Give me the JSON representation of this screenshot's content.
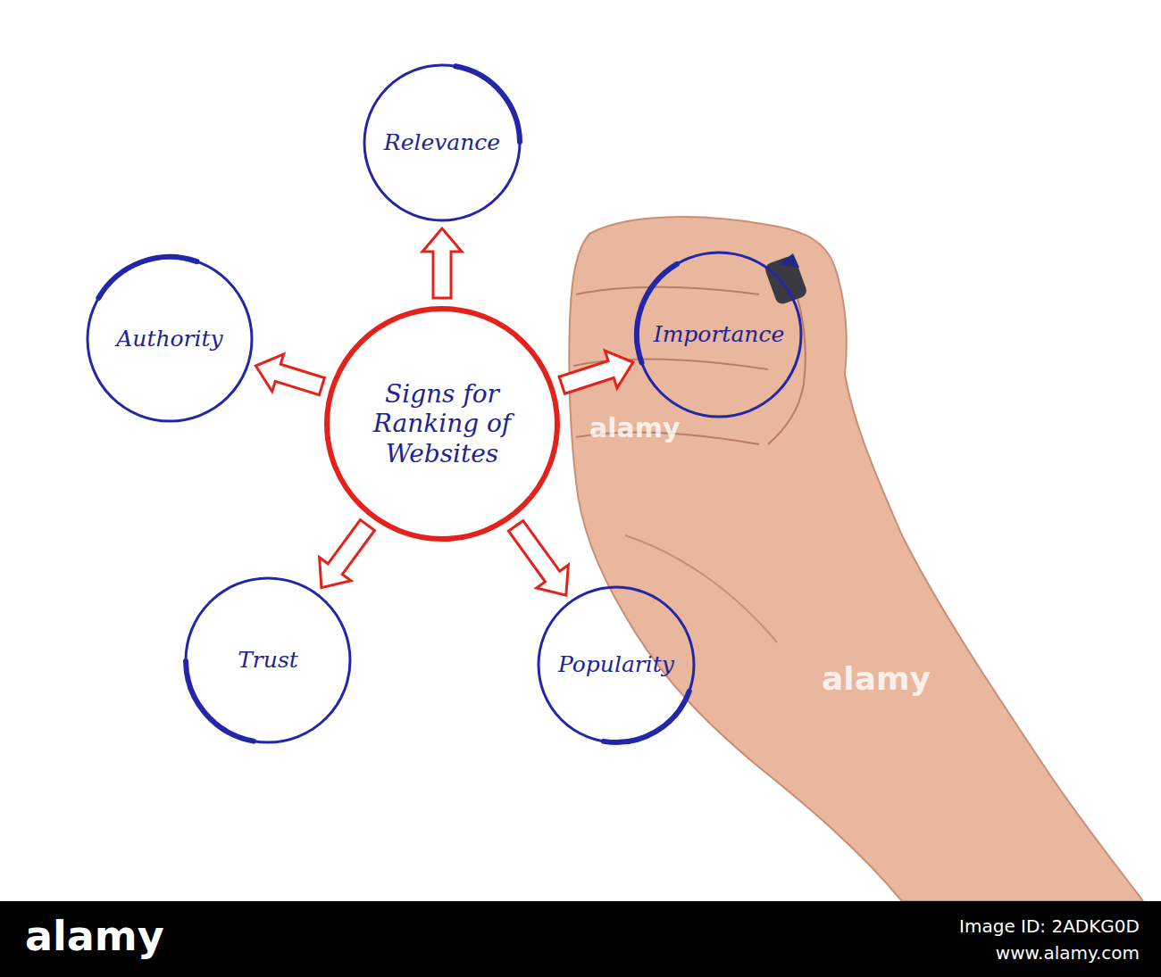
{
  "diagram": {
    "nodes": [
      {
        "text": [
          "Signs for Ranking of Websites"
        ]
      },
      {
        "text": [
          "Relevance"
        ]
      },
      {
        "text": [
          "Authority"
        ]
      },
      {
        "text": [
          "Importance"
        ]
      },
      {
        "text": [
          "Trust"
        ]
      },
      {
        "text": [
          "Popularity"
        ]
      }
    ],
    "edges": [
      {
        "from": 0,
        "to": 1,
        "arrow": "to"
      },
      {
        "from": 0,
        "to": 2,
        "arrow": "to"
      },
      {
        "from": 0,
        "to": 3,
        "arrow": "to"
      },
      {
        "from": 0,
        "to": 4,
        "arrow": "to"
      },
      {
        "from": 0,
        "to": 5,
        "arrow": "to"
      }
    ],
    "labels": [
      "alamy",
      "alamy",
      "alamy",
      "Image ID: 2ADKG0D",
      "www.alamy.com"
    ]
  }
}
